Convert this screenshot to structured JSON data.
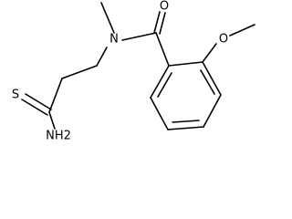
{
  "colors": {
    "background": "#ffffff",
    "bond": "#000000",
    "label": "#000000"
  },
  "atoms": {
    "sulfur": "S",
    "amine": "NH2",
    "amide_nitrogen": "N",
    "carbonyl_oxygen": "O",
    "ether_oxygen": "O"
  }
}
